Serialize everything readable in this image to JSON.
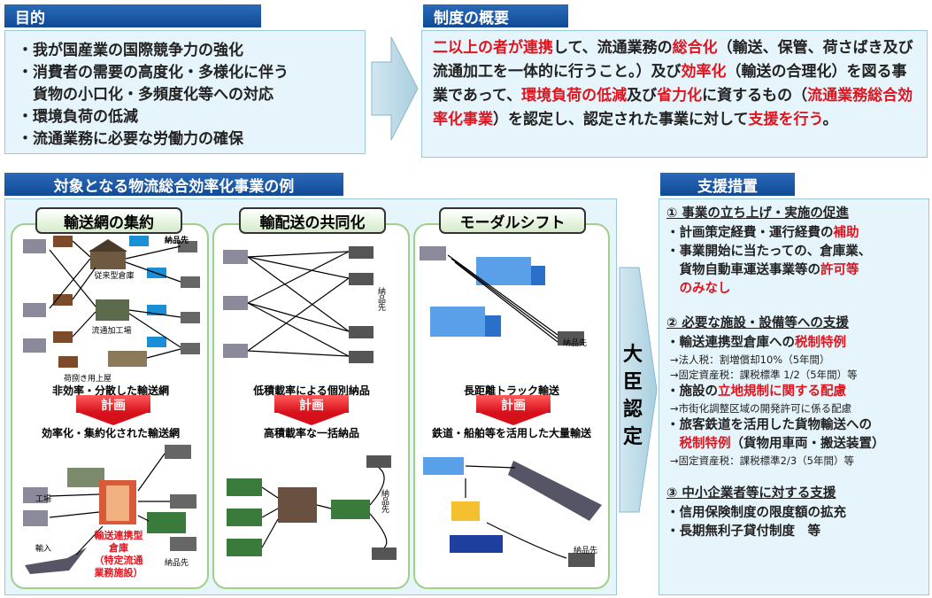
{
  "purpose": {
    "header": "目的",
    "items": [
      "・我が国産業の国際競争力の強化",
      "・消費者の需要の高度化・多様化に伴う",
      "　貨物の小口化・多頻度化等への対応",
      "・環境負荷の低減",
      "・流通業務に必要な労働力の確保"
    ]
  },
  "overview": {
    "header": "制度の概要",
    "segments": [
      {
        "text": "二以上の者が連携",
        "red": true
      },
      {
        "text": "して、流通業務の",
        "red": false
      },
      {
        "text": "総合化",
        "red": true
      },
      {
        "text": "（輸送、保管、荷さばき及び流通加工を一体的に行うこと。）及び",
        "red": false
      },
      {
        "text": "効率化",
        "red": true
      },
      {
        "text": "（輸送の合理化）を図る事業であって、",
        "red": false
      },
      {
        "text": "環境負荷の低減",
        "red": true
      },
      {
        "text": "及び",
        "red": false
      },
      {
        "text": "省力化",
        "red": true
      },
      {
        "text": "に資するもの（",
        "red": false
      },
      {
        "text": "流通業務総合効率化事業",
        "red": true
      },
      {
        "text": "）を認定し、認定された事業に対して",
        "red": false
      },
      {
        "text": "支援を行う",
        "red": true
      },
      {
        "text": "。",
        "red": false
      }
    ]
  },
  "examples": {
    "header": "対象となる物流総合効率化事業の例",
    "plan_label": "計画",
    "panels": [
      {
        "title": "輸送網の集約",
        "before_caption": "非効率・分散した輸送網",
        "after_caption": "効率化・集約化された輸送網",
        "labels": {
          "destination": "納品先",
          "old_warehouse": "従来型倉庫",
          "processing": "流通加工場",
          "unloading": "荷捌き用上屋",
          "factory": "工場",
          "import": "輸入",
          "hub_line1": "輸送連携型",
          "hub_line2": "倉庫",
          "hub_line3": "（特定流通",
          "hub_line4": "業務施設）",
          "destination2": "納品先"
        }
      },
      {
        "title": "輸配送の共同化",
        "before_caption": "低積載率による個別納品",
        "after_caption": "高積載率な一括納品",
        "labels": {
          "destination": "納品先",
          "destination2": "納品先"
        }
      },
      {
        "title": "モーダルシフト",
        "before_caption": "長距離トラック輸送",
        "after_caption": "鉄道・船舶等を活用した大量輸送",
        "labels": {
          "destination": "納品先",
          "destination2": "納品先"
        }
      }
    ]
  },
  "certification": {
    "label": "大臣認定",
    "chars": [
      "大",
      "臣",
      "認",
      "定"
    ]
  },
  "support": {
    "header": "支援措置",
    "sections": [
      {
        "title": "① 事業の立ち上げ・実施の促進",
        "lines": [
          {
            "parts": [
              {
                "text": "・計画策定経費・運行経費の",
                "red": false
              },
              {
                "text": "補助",
                "red": true
              }
            ]
          },
          {
            "parts": [
              {
                "text": "・事業開始に当たっての、倉庫業、",
                "red": false
              }
            ]
          },
          {
            "parts": [
              {
                "text": "　貨物自動車運送事業等の",
                "red": false
              },
              {
                "text": "許可等",
                "red": true
              }
            ]
          },
          {
            "parts": [
              {
                "text": "　",
                "red": false
              },
              {
                "text": "のみなし",
                "red": true
              }
            ]
          }
        ]
      },
      {
        "title": "② 必要な施設・設備等への支援",
        "lines": [
          {
            "parts": [
              {
                "text": "・輸送連携型倉庫への",
                "red": false
              },
              {
                "text": "税制特例",
                "red": true
              }
            ]
          },
          {
            "small": "→法人税：割増償却10%（5年間）"
          },
          {
            "small": "→固定資産税：課税標準 1/2（5年間）等"
          },
          {
            "parts": [
              {
                "text": "・施設の",
                "red": false
              },
              {
                "text": "立地規制に関する配慮",
                "red": true
              }
            ]
          },
          {
            "small": "→市街化調整区域の開発許可に係る配慮"
          },
          {
            "parts": [
              {
                "text": "・旅客鉄道を活用した貨物輸送への",
                "red": false
              }
            ]
          },
          {
            "parts": [
              {
                "text": "　",
                "red": false
              },
              {
                "text": "税制特例",
                "red": true
              },
              {
                "text": "（貨物用車両・搬送装置）",
                "red": false
              }
            ]
          },
          {
            "small": "→固定資産税：課税標準2/3（5年間）等"
          }
        ]
      },
      {
        "title": "③ 中小企業者等に対する支援",
        "lines": [
          {
            "parts": [
              {
                "text": "・信用保険制度の限度額の拡充",
                "red": false
              }
            ]
          },
          {
            "parts": [
              {
                "text": "・長期無利子貸付制度　等",
                "red": false
              }
            ]
          }
        ]
      }
    ]
  },
  "colors": {
    "header_blue": "#114a96",
    "accent_red": "#e0141e",
    "panel_green": "#9fd08a",
    "box_fill": "#e6f5fb"
  }
}
